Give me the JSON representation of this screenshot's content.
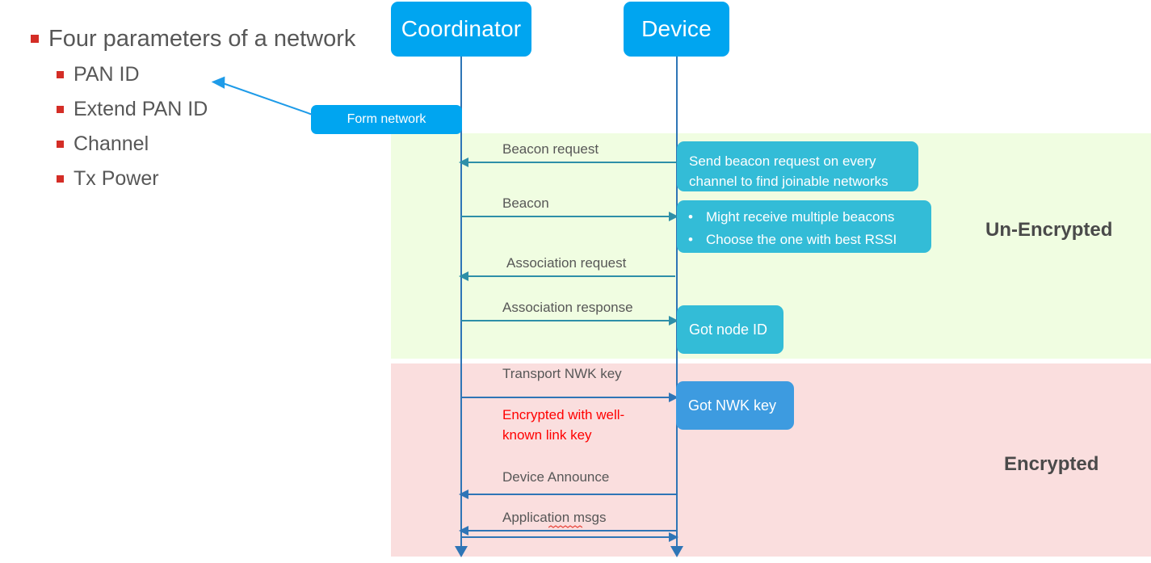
{
  "slide": {
    "bullets": [
      {
        "level": 0,
        "text": "Four parameters of a network"
      },
      {
        "level": 1,
        "text": "PAN ID"
      },
      {
        "level": 1,
        "text": "Extend PAN ID"
      },
      {
        "level": 1,
        "text": "Channel"
      },
      {
        "level": 1,
        "text": "Tx Power"
      }
    ]
  },
  "diagram": {
    "actors": {
      "coordinator": "Coordinator",
      "device": "Device"
    },
    "callouts": {
      "form_network": "Form network"
    },
    "bands": [
      {
        "key": "unencrypted",
        "label": "Un-Encrypted",
        "color": "#F0FDE1"
      },
      {
        "key": "encrypted",
        "label": "Encrypted",
        "color": "#FADEDE"
      }
    ],
    "messages": [
      {
        "label": "Beacon request",
        "direction": "device-to-coordinator"
      },
      {
        "label": "Beacon",
        "direction": "coordinator-to-device"
      },
      {
        "label": "Association request",
        "direction": "device-to-coordinator"
      },
      {
        "label": "Association response",
        "direction": "coordinator-to-device"
      },
      {
        "label": "Transport NWK key",
        "direction": "coordinator-to-device"
      },
      {
        "label": "Device Announce",
        "direction": "device-to-coordinator"
      },
      {
        "label": "Application msgs",
        "direction": "bidirectional"
      }
    ],
    "annotations": {
      "encrypted_link_key": "Encrypted with well-known link key"
    },
    "notes": [
      {
        "key": "beacon-request-note",
        "text": "Send beacon request on every channel to find joinable networks",
        "color": "#33BCD7"
      },
      {
        "key": "beacon-multi-note",
        "bullets": [
          "Might receive multiple beacons",
          "Choose the one with best RSSI"
        ],
        "color": "#33BCD7"
      },
      {
        "key": "got-node-id-note",
        "text": "Got node ID",
        "color": "#33BCD7"
      },
      {
        "key": "got-nwk-key-note",
        "text": "Got NWK key",
        "color": "#3D9BE0"
      }
    ]
  },
  "colors": {
    "actor_blue": "#00A5F0",
    "note_teal": "#33BCD7",
    "note_blue": "#3D9BE0",
    "bullet_red": "#D42D26",
    "annotation_red": "#FF0000",
    "lifeline_blue": "#2E75B6",
    "message_teal": "#2E8FA8",
    "text_gray": "#575757"
  }
}
